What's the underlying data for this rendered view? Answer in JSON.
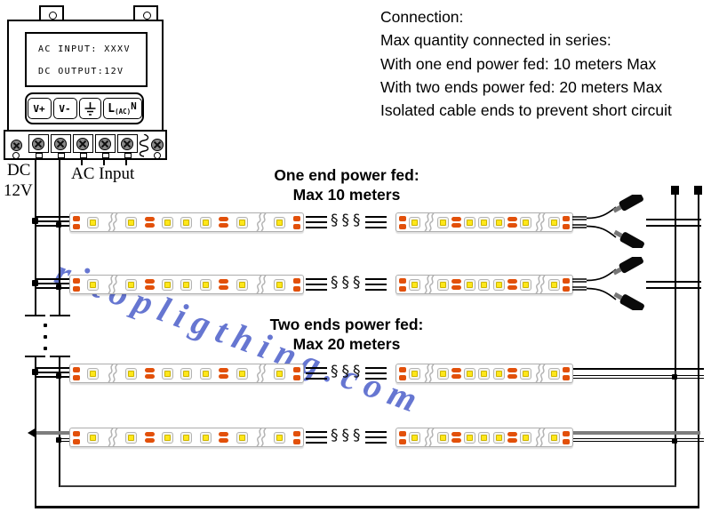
{
  "watermark": {
    "text": "ritopligthing.com",
    "color": "#4558c8"
  },
  "psu": {
    "display": [
      "AC INPUT: XXXV",
      "DC OUTPUT:12V"
    ],
    "terminal_labels": {
      "vplus": "V+",
      "vminus": "V-",
      "l": "L",
      "l_sub": "(AC)",
      "n": "N"
    },
    "output_label": [
      "DC",
      "12V"
    ],
    "input_label": "AC Input"
  },
  "notes": {
    "lines": [
      "Connection:",
      "Max quantity connected in series:",
      "With one end power fed: 10 meters Max",
      "With two ends power fed: 20 meters Max",
      "Isolated cable ends to prevent short circuit"
    ]
  },
  "sections": [
    {
      "title": "One end power fed:",
      "subtitle": "Max 10 meters"
    },
    {
      "title": "Two ends power fed:",
      "subtitle": "Max 20 meters"
    }
  ],
  "diagram": {
    "colors": {
      "pad": "#e2500a",
      "led_yellow": "#ffe719",
      "chip_border": "#b3b3b3",
      "wire": "#000000",
      "gray_wire": "#7d7d7d",
      "watermark": "#4558c8"
    },
    "strip_pattern": [
      "pads",
      "led",
      "chev",
      "led",
      "res",
      "led",
      "led",
      "led",
      "res",
      "led",
      "chev",
      "led",
      "pads"
    ],
    "squiggle_marks": "§§§",
    "rows": [
      {
        "name": "strip-row-1",
        "center": 250,
        "right_end": "isolated-caps",
        "section": 0
      },
      {
        "name": "strip-row-2",
        "center": 320,
        "right_end": "isolated-caps",
        "section": 0
      },
      {
        "name": "strip-row-3",
        "center": 420,
        "right_end": "bus",
        "section": 1
      },
      {
        "name": "strip-row-4",
        "center": 492,
        "right_end": "bus-thick",
        "section": 1
      }
    ]
  }
}
